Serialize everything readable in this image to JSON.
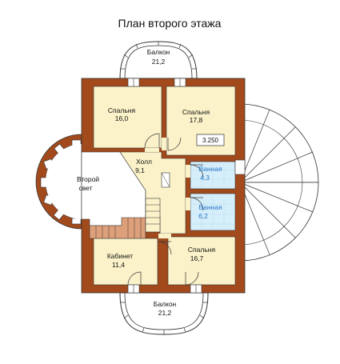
{
  "title": "План второго этажа",
  "colors": {
    "wall": "#a34a1c",
    "room_fill": "#fbf2c9",
    "bath_fill": "#d6eefa",
    "outline": "#333333",
    "label_blue": "#2a78c8",
    "stair_fill": "#dea07a"
  },
  "rooms": [
    {
      "id": "balcony-top",
      "name": "Балкон",
      "area": "21,2",
      "color": "dark"
    },
    {
      "id": "bedroom-1",
      "name": "Спальня",
      "area": "16,0",
      "color": "dark"
    },
    {
      "id": "bedroom-2",
      "name": "Спальня",
      "area": "17,8",
      "color": "dark"
    },
    {
      "id": "hall",
      "name": "Холл",
      "area": "9,1",
      "color": "dark"
    },
    {
      "id": "second-light",
      "name": "Второй",
      "area": "свет",
      "color": "dark"
    },
    {
      "id": "bathroom-1",
      "name": "Ванная",
      "area": "4,3",
      "color": "blue"
    },
    {
      "id": "bathroom-2",
      "name": "Ванная",
      "area": "6,2",
      "color": "blue"
    },
    {
      "id": "study",
      "name": "Кабинет",
      "area": "11,4",
      "color": "dark"
    },
    {
      "id": "bedroom-3",
      "name": "Спальня",
      "area": "16,7",
      "color": "dark"
    },
    {
      "id": "balcony-bottom",
      "name": "Балкон",
      "area": "21,2",
      "color": "dark"
    }
  ],
  "level_mark": "3.250"
}
